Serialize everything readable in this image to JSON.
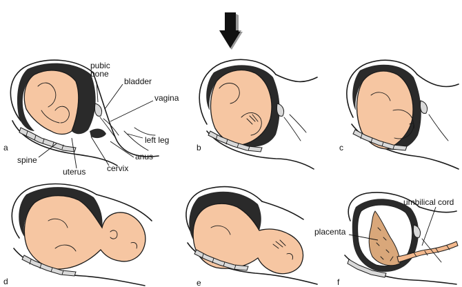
{
  "panels": [
    {
      "letter": "a"
    },
    {
      "letter": "b"
    },
    {
      "letter": "c"
    },
    {
      "letter": "d"
    },
    {
      "letter": "e"
    },
    {
      "letter": "f"
    }
  ],
  "labels": {
    "pubic_bone_1": "pubic",
    "pubic_bone_2": "bone",
    "bladder": "bladder",
    "vagina": "vagina",
    "left_leg": "left leg",
    "anus": "anus",
    "spine": "spine",
    "uterus": "uterus",
    "cervix": "cervix",
    "umbilical_cord": "umbilical cord",
    "placenta": "placenta"
  },
  "colors": {
    "fetus_skin": "#f6c6a2",
    "placenta": "#d9a77a",
    "ink": "#1a1a1a",
    "arrow": "#111111"
  }
}
